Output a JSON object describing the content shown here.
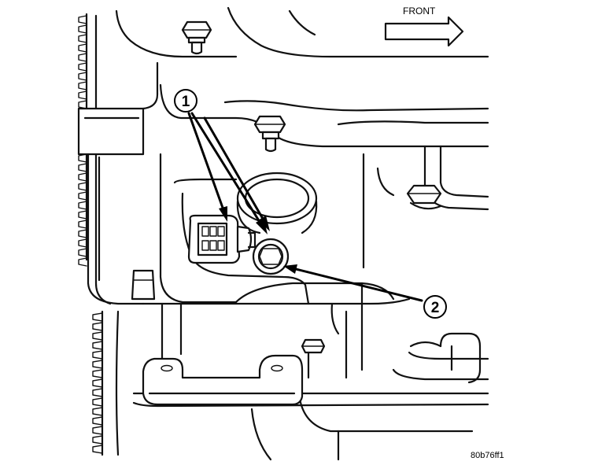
{
  "direction_label": "FRONT",
  "callouts": [
    {
      "number": "1"
    },
    {
      "number": "2"
    }
  ],
  "figure_id": "80b76ff1",
  "colors": {
    "ink": "#111111",
    "background": "#ffffff"
  }
}
